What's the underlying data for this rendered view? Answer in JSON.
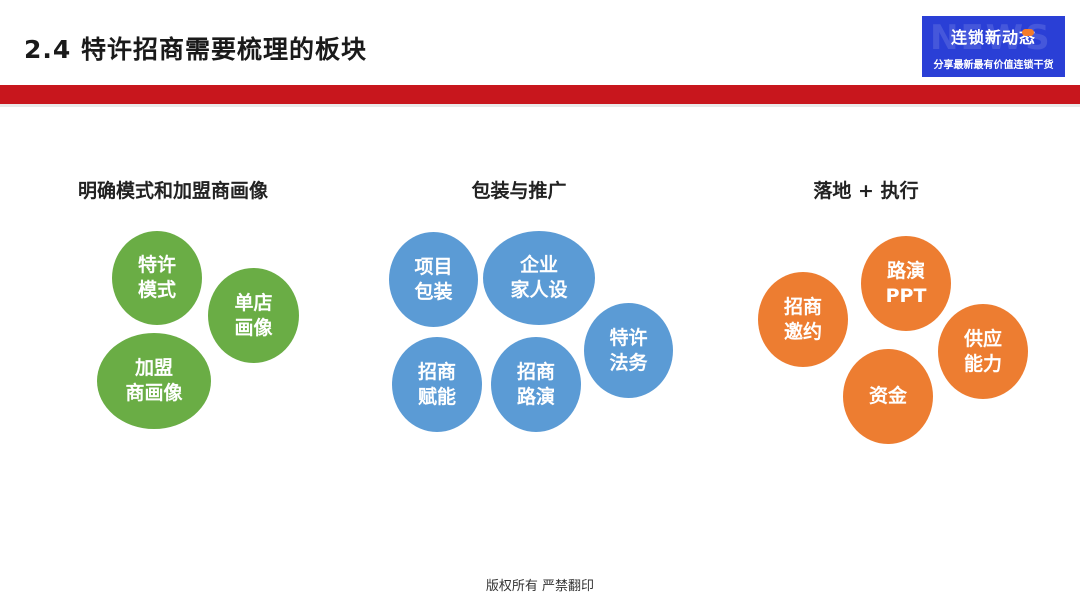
{
  "header": {
    "title": "2.4  特许招商需要梳理的板块"
  },
  "logo": {
    "bg_text": "NEWS",
    "main": "连锁新动态",
    "sub": "分享最新最有价值连锁干货"
  },
  "groups": [
    {
      "title": "明确模式和加盟商画像",
      "color": "#6aad45",
      "bubbles": [
        "特许\n模式",
        "单店\n画像",
        "加盟\n商画像"
      ]
    },
    {
      "title": "包装与推广",
      "color": "#5b9bd5",
      "bubbles": [
        "项目\n包装",
        "企业\n家人设",
        "特许\n法务",
        "招商\n赋能",
        "招商\n路演"
      ]
    },
    {
      "title": "落地 + 执行",
      "color": "#ed7d31",
      "bubbles": [
        "招商\n邀约",
        "路演\nPPT",
        "供应\n能力",
        "资金"
      ]
    }
  ],
  "footer": {
    "text": "版权所有  严禁翻印"
  },
  "colors": {
    "accent_red": "#c8161d",
    "logo_blue": "#2a3fd6"
  }
}
